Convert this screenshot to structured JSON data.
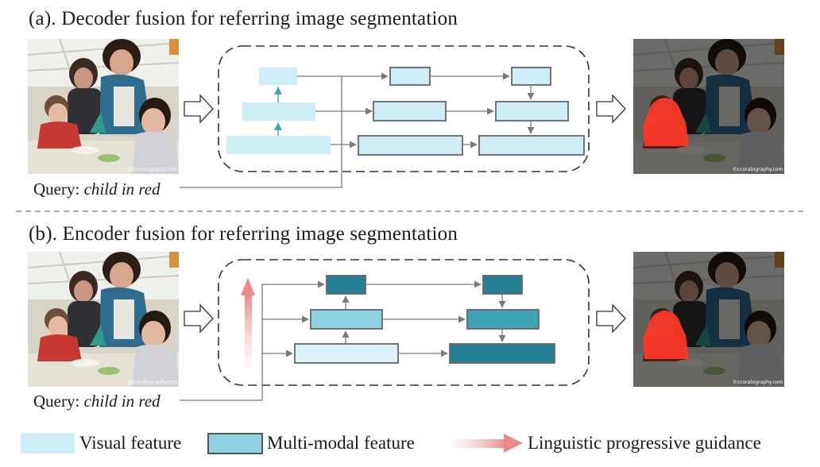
{
  "panel_a": {
    "title": "(a). Decoder fusion for referring image segmentation",
    "query_prefix": "Query: ",
    "query_text": "child in red",
    "watermark": "©ccoratography.com"
  },
  "panel_b": {
    "title": "(b). Encoder fusion for referring image segmentation",
    "query_prefix": "Query: ",
    "query_text": "child in red",
    "watermark": "©ccoratography.com"
  },
  "legend": {
    "visual_feature": "Visual feature",
    "multimodal_feature": "Multi-modal feature",
    "linguistic_guidance": "Linguistic progressive guidance"
  },
  "colors": {
    "visual_feature_fill": "#cdeef6",
    "multimodal_fill_light": "#8fd3e0",
    "multimodal_fill_mid": "#3fa3b6",
    "multimodal_fill_dark": "#237f93",
    "box_border": "#666666",
    "segmentation_mask": "#ff3a2a",
    "guidance_arrow": "#e88a8a"
  }
}
